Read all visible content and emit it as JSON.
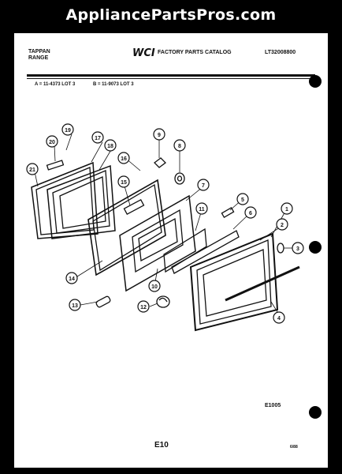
{
  "watermark": "AppliancePartsPros.com",
  "header": {
    "brand_line1": "TAPPAN",
    "brand_line2": "RANGE",
    "logo_text": "WCI",
    "catalog_title": "FACTORY PARTS CATALOG",
    "catalog_number": "LT32008800"
  },
  "models": {
    "a": "A = 11-4373 LOT 3",
    "b": "B = 11-9073 LOT 3"
  },
  "callouts": [
    "1",
    "2",
    "3",
    "4",
    "5",
    "6",
    "7",
    "8",
    "9",
    "10",
    "11",
    "12",
    "13",
    "14",
    "15",
    "16",
    "17",
    "18",
    "19",
    "20",
    "21"
  ],
  "footer": {
    "figure_code": "E1005",
    "page_code": "E10",
    "date": "6/88"
  }
}
